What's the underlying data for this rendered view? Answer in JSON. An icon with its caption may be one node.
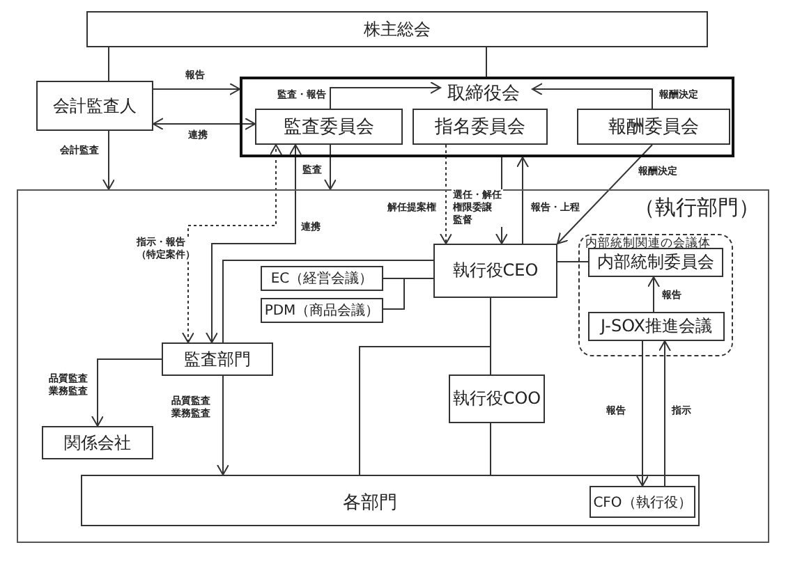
{
  "diagram": {
    "nodes": [
      {
        "text": [
          "株主総会"
        ]
      },
      {
        "text": [
          "会計監査人"
        ]
      },
      {
        "text": [
          "取締役会"
        ]
      },
      {
        "text": [
          "監査委員会"
        ],
        "in": 2
      },
      {
        "text": [
          "指名委員会"
        ],
        "in": 2
      },
      {
        "text": [
          "報酬委員会"
        ],
        "in": 2
      },
      {
        "text": [
          "（執行部門）"
        ]
      },
      {
        "text": [
          "内部統制関連の会議体"
        ],
        "in": 6
      },
      {
        "text": [
          "内部統制委員会"
        ],
        "in": 7
      },
      {
        "text": [
          "J-SOX推進会議"
        ],
        "in": 7
      },
      {
        "text": [
          "執行役CEO"
        ],
        "in": 6
      },
      {
        "text": [
          "EC（経営会議）"
        ],
        "in": 6
      },
      {
        "text": [
          "PDM（商品会議）"
        ],
        "in": 6
      },
      {
        "text": [
          "監査部門"
        ],
        "in": 6
      },
      {
        "text": [
          "執行役COO"
        ],
        "in": 6
      },
      {
        "text": [
          "関係会社"
        ],
        "in": 6
      },
      {
        "text": [
          "各部門"
        ],
        "in": 6
      },
      {
        "text": [
          "CFO（執行役）"
        ],
        "in": 16
      }
    ],
    "edges": [
      {
        "from": 0,
        "to": 1,
        "arrow": "none"
      },
      {
        "from": 0,
        "to": 2,
        "arrow": "none"
      },
      {
        "from": 1,
        "to": 2,
        "arrow": "to",
        "label": "報告"
      },
      {
        "from": 1,
        "to": 3,
        "arrow": "both",
        "label": "連携"
      },
      {
        "from": 1,
        "to": 6,
        "arrow": "to",
        "label": "会計監査"
      },
      {
        "from": 3,
        "to": 2,
        "arrow": "to",
        "label": "監査・報告"
      },
      {
        "from": 5,
        "to": 2,
        "arrow": "to",
        "label": "報酬決定"
      },
      {
        "from": 3,
        "to": 6,
        "arrow": "to",
        "label": "監査"
      },
      {
        "from": 13,
        "to": 3,
        "arrow": "both",
        "label": "指示・報告（特定案件）",
        "style": "dashed"
      },
      {
        "from": 13,
        "to": 3,
        "arrow": "both",
        "label": "連携"
      },
      {
        "from": 4,
        "to": 10,
        "arrow": "to",
        "label": "解任提案権",
        "style": "dashed"
      },
      {
        "from": 2,
        "to": 10,
        "arrow": "to",
        "label": "選任・解任権限委譲監督"
      },
      {
        "from": 10,
        "to": 2,
        "arrow": "to",
        "label": "報告・上程"
      },
      {
        "from": 5,
        "to": 10,
        "arrow": "to",
        "label": "報酬決定"
      },
      {
        "from": 10,
        "to": 8,
        "arrow": "none"
      },
      {
        "from": 9,
        "to": 8,
        "arrow": "to",
        "label": "報告"
      },
      {
        "from": 9,
        "to": 17,
        "arrow": "to",
        "label": "報告"
      },
      {
        "from": 17,
        "to": 9,
        "arrow": "to",
        "label": "指示"
      },
      {
        "from": 10,
        "to": 11,
        "arrow": "none"
      },
      {
        "from": 10,
        "to": 12,
        "arrow": "none"
      },
      {
        "from": 10,
        "to": 13,
        "arrow": "none"
      },
      {
        "from": 10,
        "to": 16,
        "arrow": "none"
      },
      {
        "from": 14,
        "to": 16,
        "arrow": "none"
      },
      {
        "from": 10,
        "to": 14,
        "arrow": "none"
      },
      {
        "from": 13,
        "to": 16,
        "arrow": "to",
        "label": "品質監査業務監査"
      },
      {
        "from": 13,
        "to": 15,
        "arrow": "to",
        "label": "品質監査業務監査"
      }
    ]
  }
}
